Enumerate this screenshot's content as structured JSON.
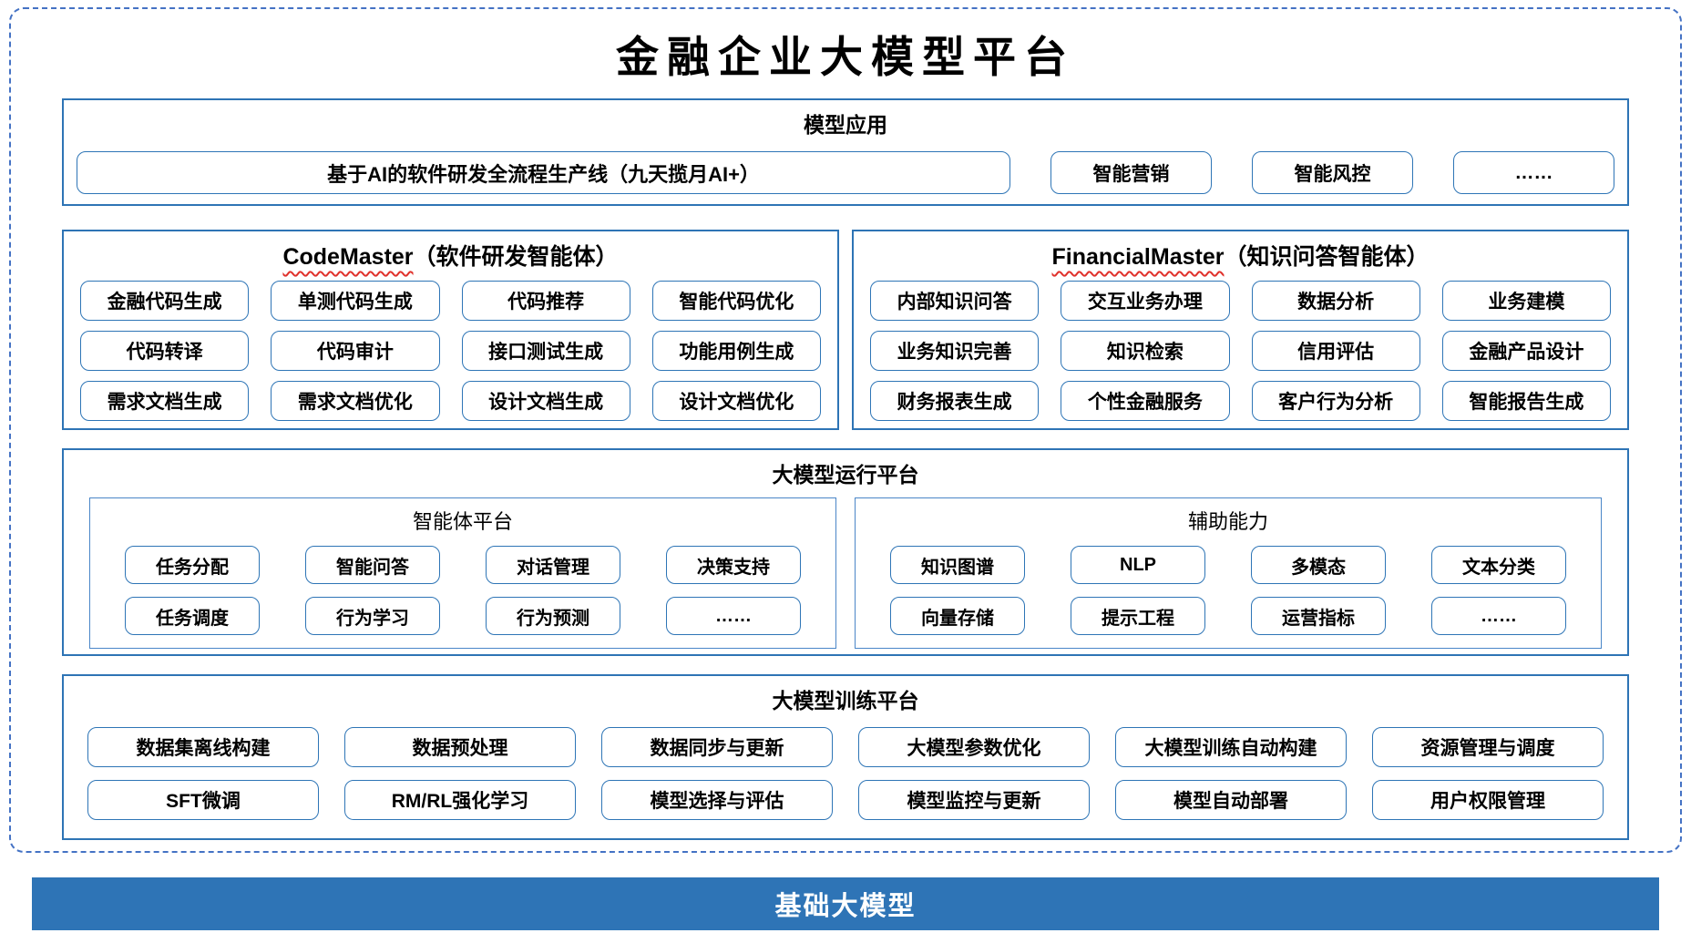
{
  "page": {
    "title": "金融企业大模型平台"
  },
  "colors": {
    "frame_dashed": "#4472C4",
    "section_border": "#2E74B5",
    "item_border": "#2E75B6",
    "subbox_border": "#4A86C8",
    "squiggle_red": "#E0312B",
    "foundation_bg": "#2E74B6",
    "foundation_text": "#FFFFFF"
  },
  "model_app": {
    "title": "模型应用",
    "main_item": "基于AI的软件研发全流程生产线（九天揽月AI+）",
    "items": [
      "智能营销",
      "智能风控",
      "……"
    ]
  },
  "code_master": {
    "title_en": "CodeMaster",
    "title_zh": "（软件研发智能体）",
    "items": [
      "金融代码生成",
      "单测代码生成",
      "代码推荐",
      "智能代码优化",
      "代码转译",
      "代码审计",
      "接口测试生成",
      "功能用例生成",
      "需求文档生成",
      "需求文档优化",
      "设计文档生成",
      "设计文档优化"
    ]
  },
  "financial_master": {
    "title_en": "FinancialMaster",
    "title_zh": "（知识问答智能体）",
    "items": [
      "内部知识问答",
      "交互业务办理",
      "数据分析",
      "业务建模",
      "业务知识完善",
      "知识检索",
      "信用评估",
      "金融产品设计",
      "财务报表生成",
      "个性金融服务",
      "客户行为分析",
      "智能报告生成"
    ]
  },
  "runtime": {
    "title": "大模型运行平台",
    "agent_platform": {
      "title": "智能体平台",
      "items": [
        "任务分配",
        "智能问答",
        "对话管理",
        "决策支持",
        "任务调度",
        "行为学习",
        "行为预测",
        "……"
      ]
    },
    "aux_ability": {
      "title": "辅助能力",
      "items": [
        "知识图谱",
        "NLP",
        "多模态",
        "文本分类",
        "向量存储",
        "提示工程",
        "运营指标",
        "……"
      ]
    }
  },
  "training": {
    "title": "大模型训练平台",
    "items": [
      "数据集离线构建",
      "数据预处理",
      "数据同步与更新",
      "大模型参数优化",
      "大模型训练自动构建",
      "资源管理与调度",
      "SFT微调",
      "RM/RL强化学习",
      "模型选择与评估",
      "模型监控与更新",
      "模型自动部署",
      "用户权限管理"
    ]
  },
  "foundation": {
    "title": "基础大模型"
  }
}
